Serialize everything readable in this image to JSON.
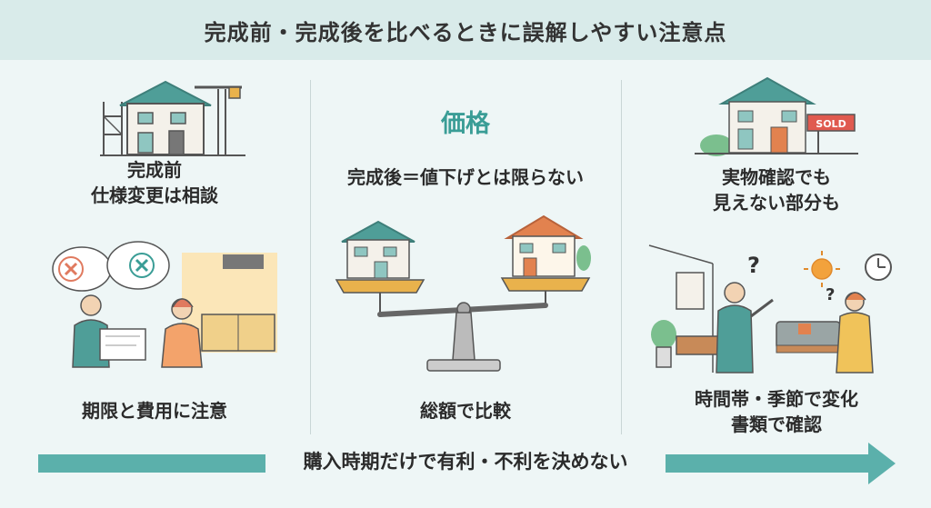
{
  "header": {
    "title": "完成前・完成後を比べるときに誤解しやすい注意点"
  },
  "left": {
    "heading_line1": "完成前",
    "heading_line2": "仕様変更は相談",
    "footer": "期限と費用に注意"
  },
  "center": {
    "title": "価格",
    "subtitle": "完成後＝値下げとは限らない",
    "footer": "総額で比較"
  },
  "right": {
    "heading_line1": "実物確認でも",
    "heading_line2": "見えない部分も",
    "footer_line1": "時間帯・季節で変化",
    "footer_line2": "書類で確認",
    "sign_text": "SOLD"
  },
  "banner": {
    "text": "購入時期だけで有利・不利を決めない"
  },
  "colors": {
    "accent": "#3a9d96",
    "arrow": "#5bb0ab",
    "header_bg": "#d9ebea",
    "cross": "#e07a5f"
  }
}
